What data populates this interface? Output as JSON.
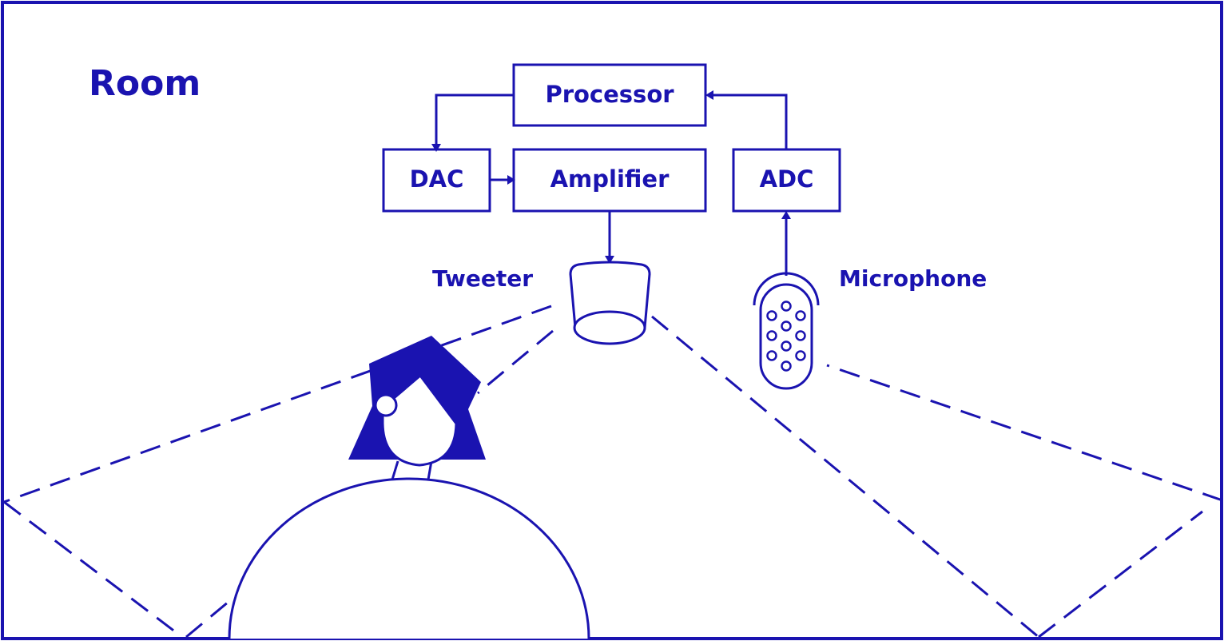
{
  "room_label": "Room",
  "blocks": {
    "processor": "Processor",
    "dac": "DAC",
    "amplifier": "Amplifier",
    "adc": "ADC"
  },
  "devices": {
    "tweeter": "Tweeter",
    "microphone": "Microphone"
  },
  "colors": {
    "ink": "#1a13b0",
    "background": "#ffffff"
  }
}
